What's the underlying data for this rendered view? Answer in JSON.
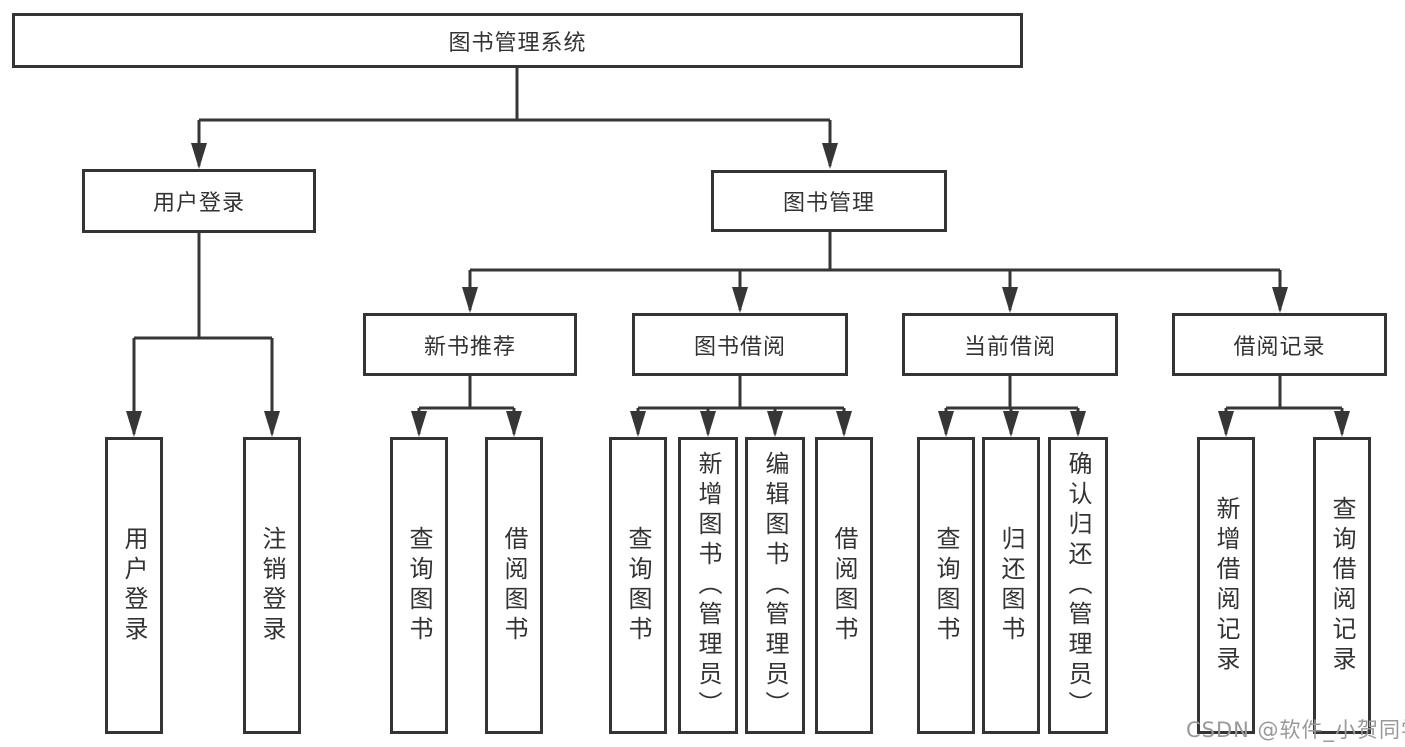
{
  "diagram": {
    "root": "图书管理系统",
    "branches": [
      {
        "label": "用户登录",
        "children": [
          "用户登录",
          "注销登录"
        ]
      },
      {
        "label": "图书管理",
        "groups": [
          {
            "label": "新书推荐",
            "children": [
              "查询图书",
              "借阅图书"
            ]
          },
          {
            "label": "图书借阅",
            "children": [
              "查询图书",
              "新增图书（管理员）",
              "编辑图书（管理员）",
              "借阅图书"
            ]
          },
          {
            "label": "当前借阅",
            "children": [
              "查询图书",
              "归还图书",
              "确认归还（管理员）"
            ]
          },
          {
            "label": "借阅记录",
            "children": [
              "新增借阅记录",
              "查询借阅记录"
            ]
          }
        ]
      }
    ]
  },
  "watermark": {
    "text": "CSDN @软件_小贺同学"
  },
  "colors": {
    "line": "#363636",
    "border": "#343434",
    "text": "#333333",
    "watermark": "#999999",
    "background": "#ffffff"
  }
}
